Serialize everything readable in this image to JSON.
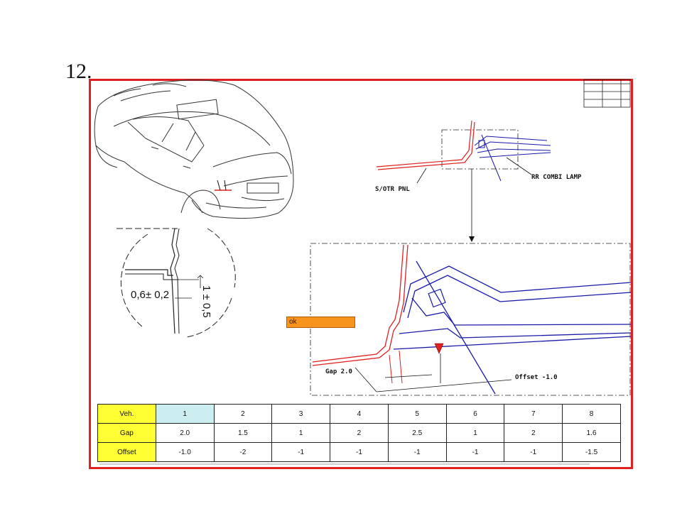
{
  "slide_number": "12.",
  "labels": {
    "sotr_pnl": "S/OTR PNL",
    "rr_combi_lamp": "RR COMBI LAMP",
    "gap_label": "Gap 2.0",
    "offset_label": "Offset -1.0",
    "tol_horizontal": "0,6± 0,2",
    "tol_vertical": "1 ± 0,5"
  },
  "status": {
    "text": "ok",
    "color": "#f7941d"
  },
  "colors": {
    "frame": "#e02020",
    "panel": "#e02020",
    "lamp": "#1a1aa8",
    "header": "#ffff33",
    "header_first": "#cdeef0"
  },
  "table": {
    "header": [
      "Veh.",
      "1",
      "2",
      "3",
      "4",
      "5",
      "6",
      "7",
      "8"
    ],
    "rows": [
      [
        "Gap",
        "2.0",
        "1.5",
        "1",
        "2",
        "2.5",
        "1",
        "2",
        "1.6"
      ],
      [
        "Offset",
        "-1.0",
        "-2",
        "-1",
        "-1",
        "-1",
        "-1",
        "-1",
        "-1.5"
      ]
    ]
  }
}
